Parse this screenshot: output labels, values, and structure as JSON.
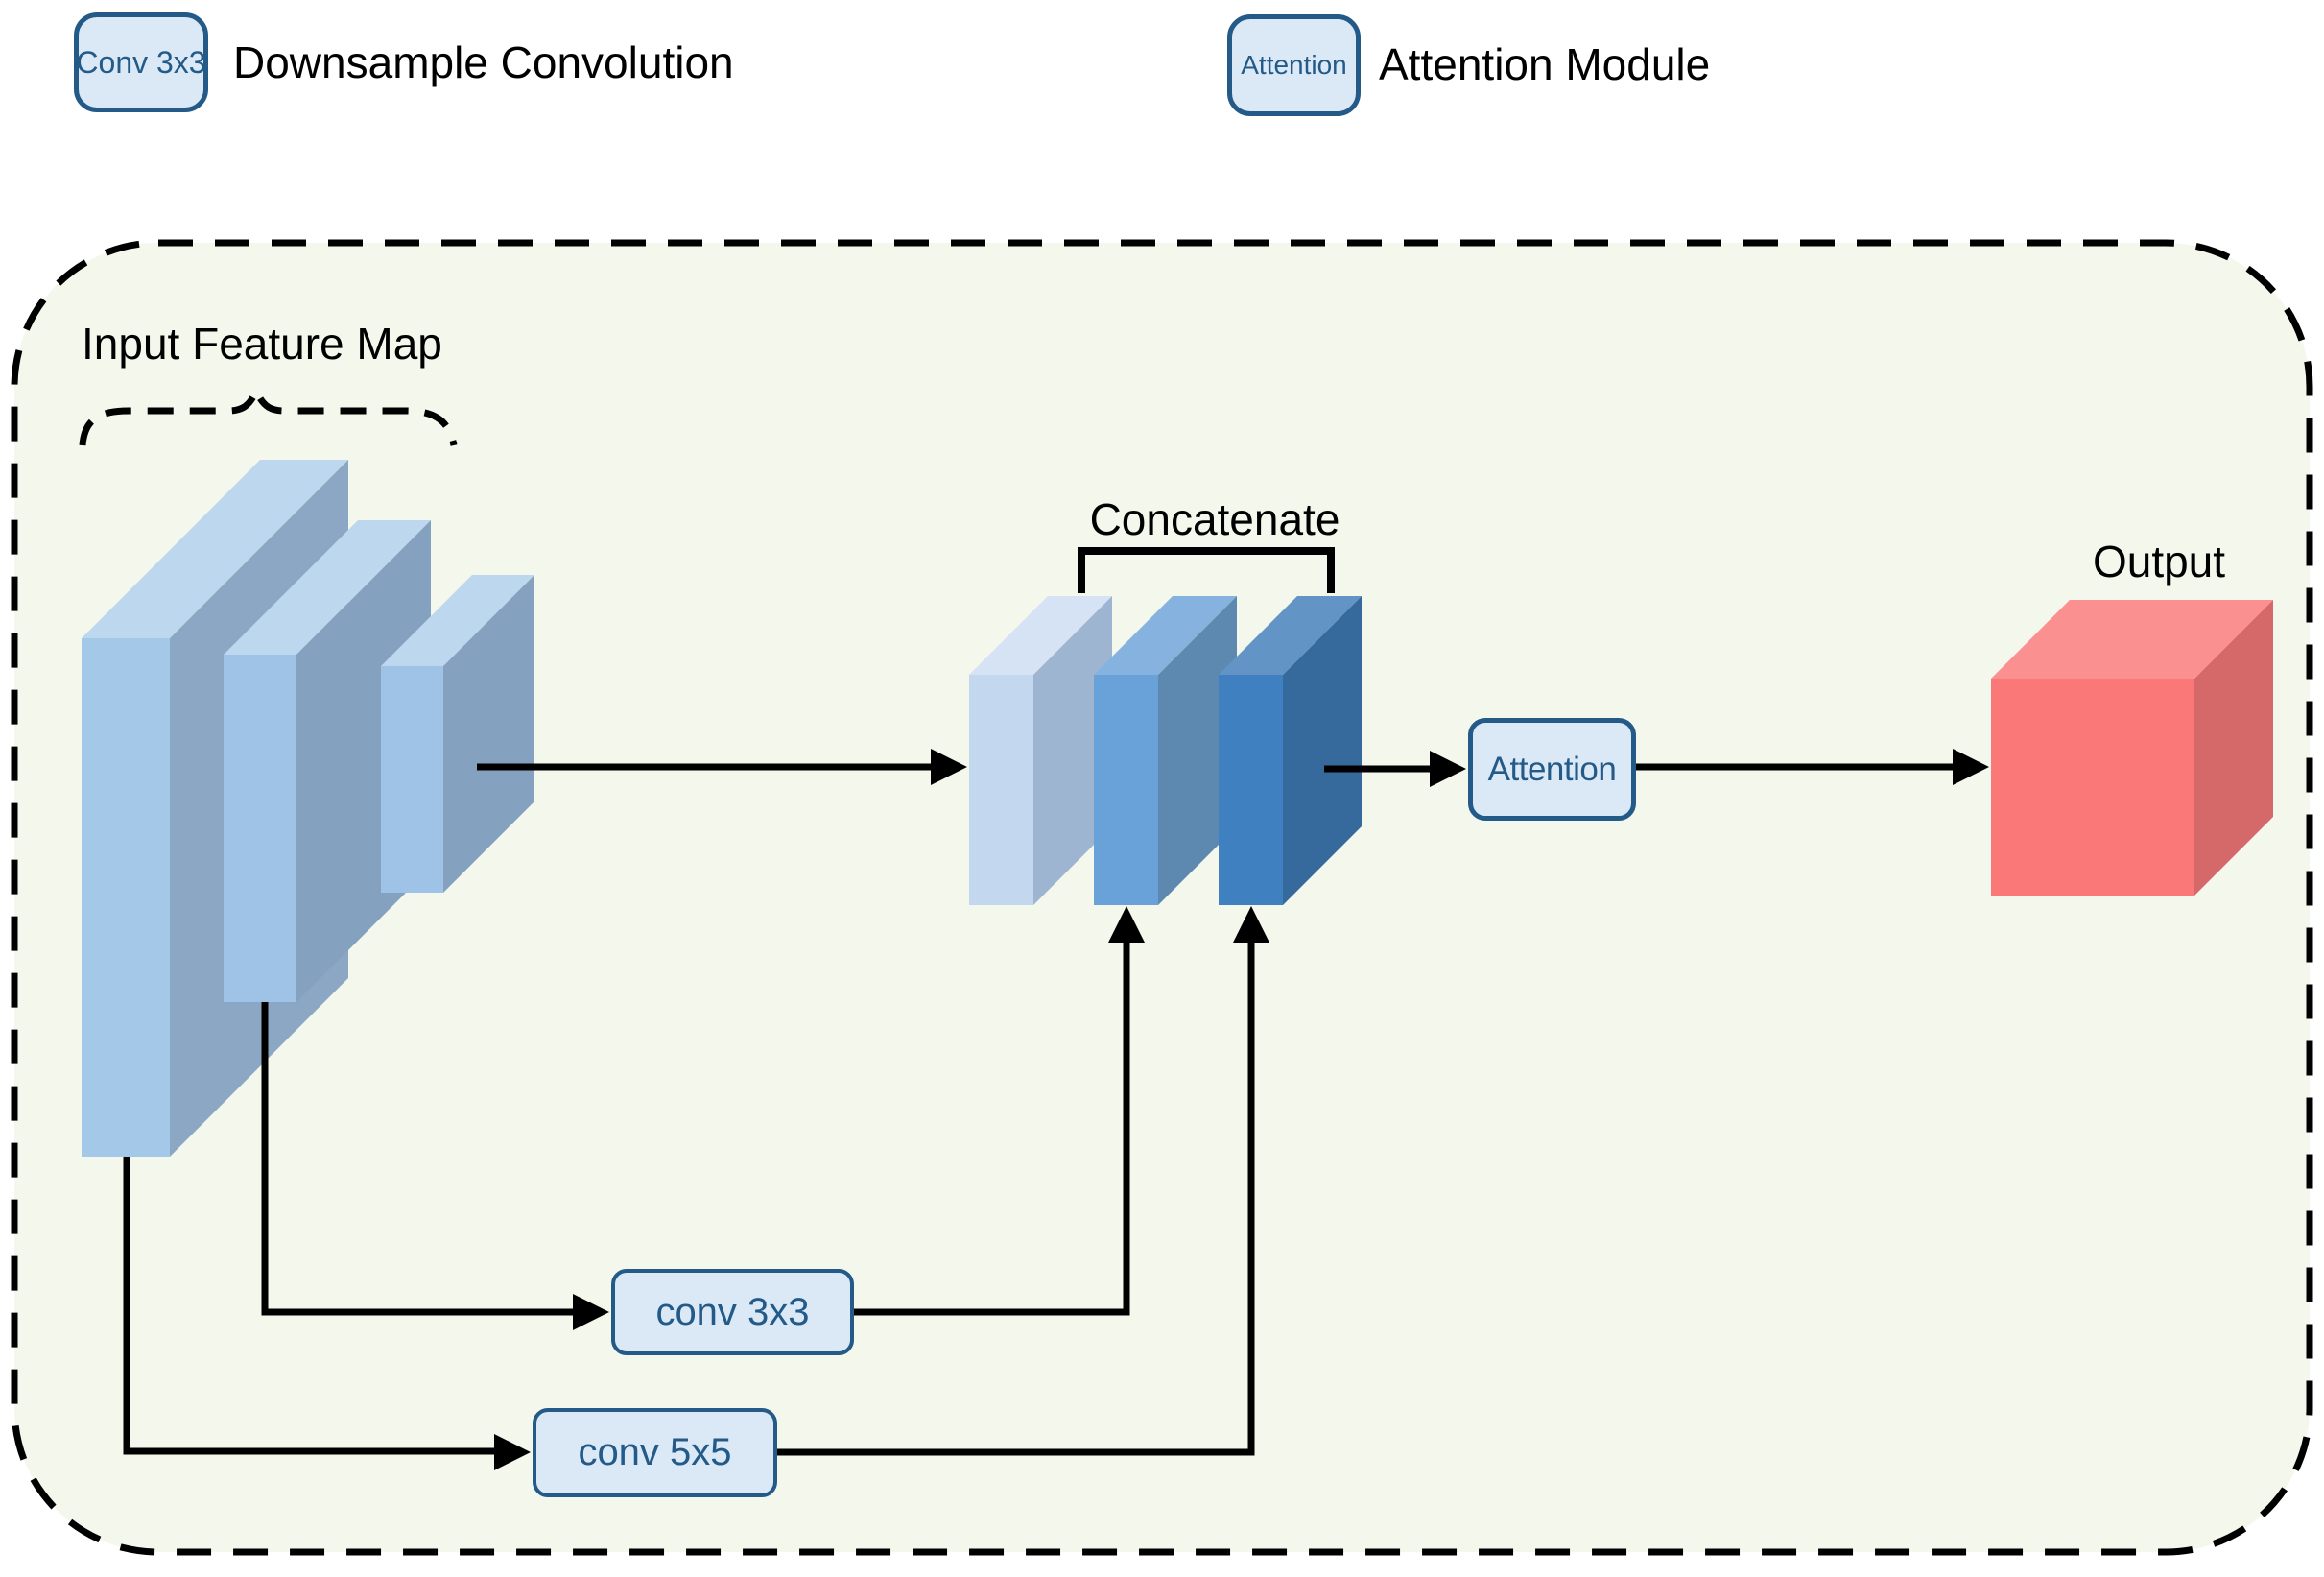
{
  "legend": {
    "items": [
      {
        "badge": "Conv 3x3",
        "label": "Downsample Convolution"
      },
      {
        "badge": "Attention",
        "label": "Attention Module"
      }
    ]
  },
  "diagram": {
    "input_label": "Input Feature Map",
    "concat_label": "Concatenate",
    "conv3x3_label": "conv 3x3",
    "conv5x5_label": "conv 5x5",
    "attention_label": "Attention",
    "output_label": "Output"
  },
  "colors": {
    "page_bg": "#ffffff",
    "panel_bg": "#f4f7ec",
    "panel_border": "#000000",
    "node_fill": "#dbe9f7",
    "node_border": "#235a88",
    "node_text": "#235a88",
    "input_slab_front": "#a3c8e8",
    "input_slab_top": "#bdd7ee",
    "input_slab_side": "#8aa6c3",
    "concat_slab_light": "#c3d8ee",
    "concat_slab_medium": "#68a2d8",
    "concat_slab_dark": "#3e80c0",
    "output_cube_front": "#fb7878",
    "output_cube_top": "#fb9090",
    "output_cube_side": "#d56868",
    "connector": "#000000"
  }
}
